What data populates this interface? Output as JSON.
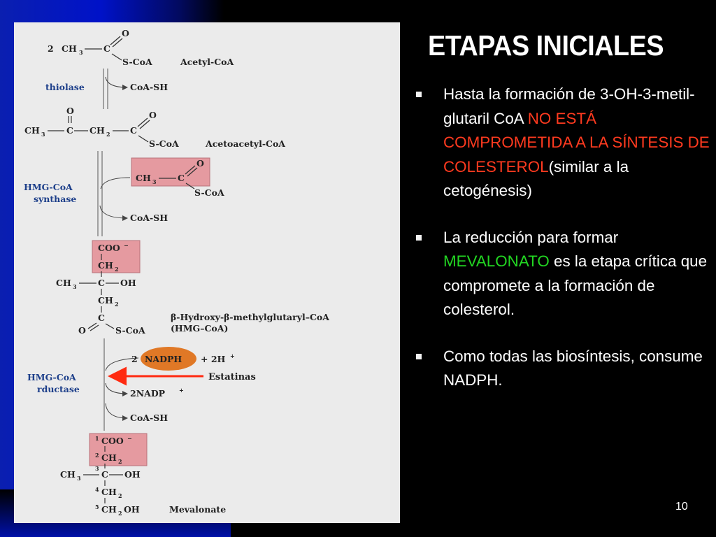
{
  "slide": {
    "title": "ETAPAS INICIALES",
    "page_number": "10",
    "bullets": [
      {
        "parts": [
          {
            "text": "Hasta la formación de 3-OH-3-metil-glutaril CoA ",
            "color": "white"
          },
          {
            "text": "NO ESTÁ COMPROMETIDA A LA SÍNTESIS DE COLESTEROL",
            "color": "red"
          },
          {
            "text": "(similar a la cetogénesis)",
            "color": "white"
          }
        ]
      },
      {
        "parts": [
          {
            "text": "La reducción para formar ",
            "color": "white"
          },
          {
            "text": "MEVALONATO",
            "color": "green"
          },
          {
            "text": " es la etapa crítica que compromete a la formación de colesterol.",
            "color": "white"
          }
        ]
      },
      {
        "parts": [
          {
            "text": "Como todas las biosíntesis, consume NADPH.",
            "color": "white"
          }
        ]
      }
    ]
  },
  "diagram": {
    "acetyl_coa": {
      "coeff": "2",
      "group": "CH",
      "sub": "3",
      "thioester": "S-CoA",
      "name": "Acetyl-CoA",
      "oxygen": "O"
    },
    "thiolase": {
      "enzyme": "thiolase",
      "product": "CoA-SH"
    },
    "acetoacetyl_coa": {
      "left": "CH",
      "sub3": "3",
      "c1": "C",
      "ch2": "CH",
      "sub2": "2",
      "c2": "C",
      "thioester": "S-CoA",
      "name": "Acetoacetyl-CoA",
      "oxygen": "O"
    },
    "hmg_coa_synthase": {
      "enzyme_line1": "HMG-CoA",
      "enzyme_line2": "synthase",
      "substrate_group": "CH",
      "substrate_sub": "3",
      "substrate_c": "C",
      "substrate_thioester": "S-CoA",
      "substrate_oxygen": "O",
      "product": "CoA-SH"
    },
    "hmg_coa": {
      "coo": "COO",
      "charge": "−",
      "ch2_top": "CH",
      "ch3": "CH",
      "c_center": "C",
      "oh": "OH",
      "ch2_bottom": "CH",
      "sub2": "2",
      "sub3": "3",
      "c_carbonyl": "C",
      "oxygen": "O",
      "thioester": "S-CoA",
      "name_line1": "β-Hydroxy-β-methylglutaryl–CoA",
      "name_line2": "(HMG–CoA)"
    },
    "hmg_coa_reductase": {
      "enzyme_line1": "HMG-CoA",
      "enzyme_line2": "rductase",
      "nadph_coeff": "2",
      "nadph": "NADPH",
      "plus_h": "+ 2H",
      "plus_charge": "+",
      "nadp": "2NADP",
      "nadp_charge": "+",
      "product": "CoA-SH",
      "inhibitor": "Estatinas"
    },
    "mevalonate": {
      "n1": "1",
      "coo": "COO",
      "charge": "−",
      "n2": "2",
      "ch2_a": "CH",
      "ch3": "CH",
      "n3": "3",
      "c_center": "C",
      "oh": "OH",
      "n4": "4",
      "ch2_b": "CH",
      "n5": "5",
      "ch2oh": "CH",
      "oh_tail": "OH",
      "sub2": "2",
      "sub3": "3",
      "name": "Mevalonate"
    },
    "colors": {
      "highlight_fill": "#e59aa0",
      "highlight_stroke": "#b8727a",
      "nadph_fill": "#e07826",
      "enzyme_text": "#1d3f8a",
      "inhibitor_arrow": "#ff2a10"
    }
  }
}
